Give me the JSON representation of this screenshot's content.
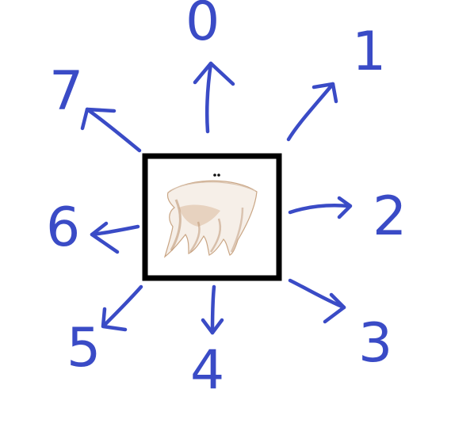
{
  "colors": {
    "ink": "#3a4bc6",
    "frame": "#000000",
    "background": "#ffffff",
    "ghost_light": "#f6efe8",
    "ghost_mid": "#e4cbb4",
    "ghost_shadow": "#b98f6c"
  },
  "frame": {
    "icon": "ghost-icon"
  },
  "directions": [
    {
      "id": 0,
      "label": "0"
    },
    {
      "id": 1,
      "label": "1"
    },
    {
      "id": 2,
      "label": "2"
    },
    {
      "id": 3,
      "label": "3"
    },
    {
      "id": 4,
      "label": "4"
    },
    {
      "id": 5,
      "label": "5"
    },
    {
      "id": 6,
      "label": "6"
    },
    {
      "id": 7,
      "label": "7"
    }
  ]
}
